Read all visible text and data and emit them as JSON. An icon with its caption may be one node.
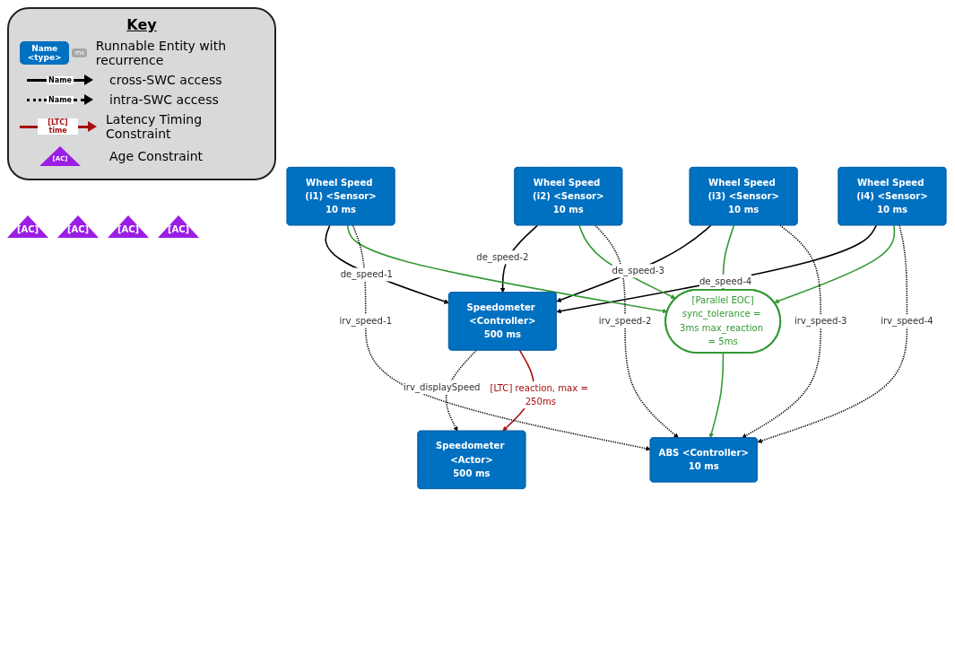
{
  "diagram": {
    "nodes": [
      {
        "text": [
          "Speedometer <Actor>",
          "500 ms"
        ]
      },
      {
        "text": [
          "Speedometer <Controller>",
          "500 ms"
        ]
      },
      {
        "text": [
          "Wheel Speed (i1) <Sensor>",
          "10 ms"
        ]
      },
      {
        "text": [
          "Wheel Speed (i2) <Sensor>",
          "10 ms"
        ]
      },
      {
        "text": [
          "Wheel Speed (i3) <Sensor>",
          "10 ms"
        ]
      },
      {
        "text": [
          "Wheel Speed (i4) <Sensor>",
          "10 ms"
        ]
      },
      {
        "text": [
          "[Parallel EOC]",
          "sync_tolerance = 3ms max_reaction = 5ms"
        ]
      },
      {
        "text": [
          "ABS <Controller>",
          "10 ms"
        ]
      }
    ],
    "edges": [
      {
        "from": 1,
        "to": 0,
        "arrow": "to",
        "label": "irv_displaySpeed",
        "style": "dashed"
      },
      {
        "from": 1,
        "to": 0,
        "arrow": "to",
        "label": "[LTC] reaction, max = 250ms",
        "color": "#a50f0f"
      },
      {
        "from": 2,
        "to": 1,
        "arrow": "to",
        "label": "de_speed-1"
      },
      {
        "from": 3,
        "to": 1,
        "arrow": "to",
        "label": "de_speed-2"
      },
      {
        "from": 4,
        "to": 1,
        "arrow": "to",
        "label": "de_speed-3"
      },
      {
        "from": 5,
        "to": 1,
        "arrow": "to",
        "label": "de_speed-4"
      },
      {
        "from": 2,
        "to": 6,
        "arrow": "to",
        "color": "#339933"
      },
      {
        "from": 3,
        "to": 6,
        "arrow": "to",
        "color": "#339933"
      },
      {
        "from": 4,
        "to": 6,
        "arrow": "to",
        "color": "#339933"
      },
      {
        "from": 5,
        "to": 6,
        "arrow": "to",
        "color": "#339933"
      },
      {
        "from": 6,
        "to": 7,
        "arrow": "to",
        "color": "#339933"
      },
      {
        "from": 2,
        "to": 7,
        "arrow": "to",
        "label": "irv_speed-1",
        "style": "dashed"
      },
      {
        "from": 3,
        "to": 7,
        "arrow": "to",
        "label": "irv_speed-2",
        "style": "dashed"
      },
      {
        "from": 4,
        "to": 7,
        "arrow": "to",
        "label": "irv_speed-3",
        "style": "dashed"
      },
      {
        "from": 5,
        "to": 7,
        "arrow": "to",
        "label": "irv_speed-4",
        "style": "dashed"
      }
    ],
    "labels": [
      "Key",
      "Name <type>",
      "ms",
      "Name",
      "Name",
      "[LTC] time",
      "[AC]",
      "[AC]",
      "[AC]",
      "[AC]",
      "[AC]"
    ],
    "legend": [
      {
        "text": "Runnable Entity with recurrence"
      },
      {
        "text": "cross-SWC access"
      },
      {
        "text": "intra-SWC access"
      },
      {
        "text": "Latency Timing Constraint"
      },
      {
        "text": "Age Constraint"
      }
    ]
  }
}
